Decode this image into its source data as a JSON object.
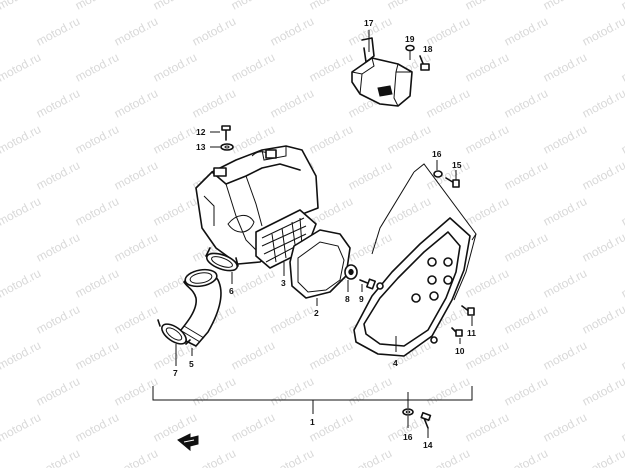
{
  "watermark": {
    "text": "motod.ru"
  },
  "callouts": {
    "c1": "1",
    "c2": "2",
    "c3": "3",
    "c4": "4",
    "c5": "5",
    "c6": "6",
    "c7": "7",
    "c8": "8",
    "c9": "9",
    "c10": "10",
    "c11": "11",
    "c12": "12",
    "c13": "13",
    "c14": "14",
    "c15": "15",
    "c16a": "16",
    "c16b": "16",
    "c17": "17",
    "c18": "18",
    "c19": "19"
  },
  "colors": {
    "ink": "#111111",
    "watermark": "#d9d9d9",
    "background": "#ffffff"
  },
  "icons": {
    "front_indicator": "front-arrow-icon"
  }
}
